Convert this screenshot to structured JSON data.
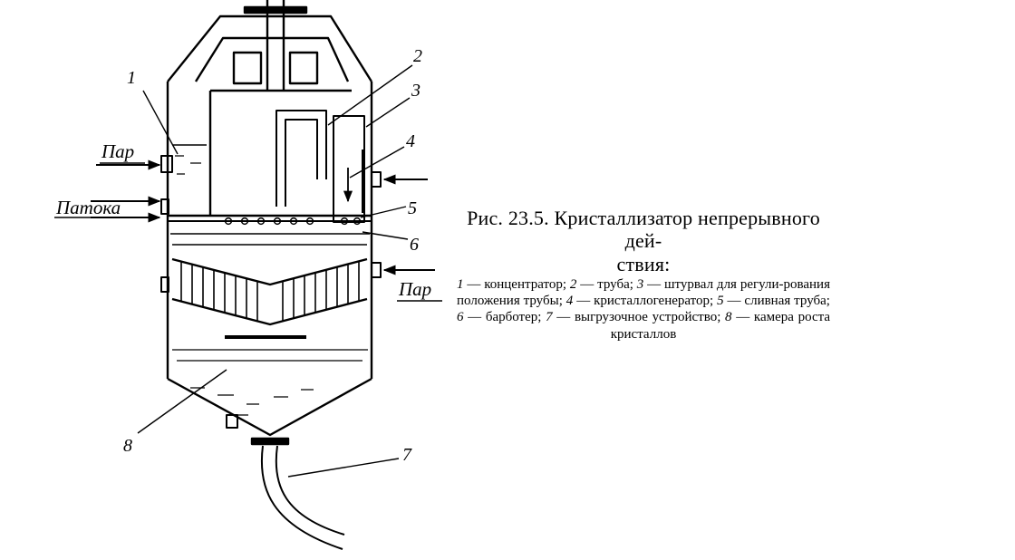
{
  "figure": {
    "labels": {
      "l1": "1",
      "l2": "2",
      "l3": "3",
      "l4": "4",
      "l5": "5",
      "l6": "6",
      "l7": "7",
      "l8": "8"
    },
    "flows": {
      "steam_left": "Пар",
      "molasses": "Патока",
      "steam_right": "Пар"
    }
  },
  "caption": {
    "title": "Рис. 23.5. Кристаллизатор непрерывного дей-",
    "title_cont": "ствия:",
    "legend": [
      {
        "num": "1",
        "text": " — концентратор; "
      },
      {
        "num": "2",
        "text": " — труба; "
      },
      {
        "num": "3",
        "text": " — штурвал для регули-рования положения трубы; "
      },
      {
        "num": "4",
        "text": " — кристаллогенератор; "
      },
      {
        "num": "5",
        "text": " — сливная труба; "
      },
      {
        "num": "6",
        "text": " — барботер; "
      },
      {
        "num": "7",
        "text": " — выгрузочное устройство; "
      },
      {
        "num": "8",
        "text": " — камера роста кристаллов"
      }
    ]
  }
}
